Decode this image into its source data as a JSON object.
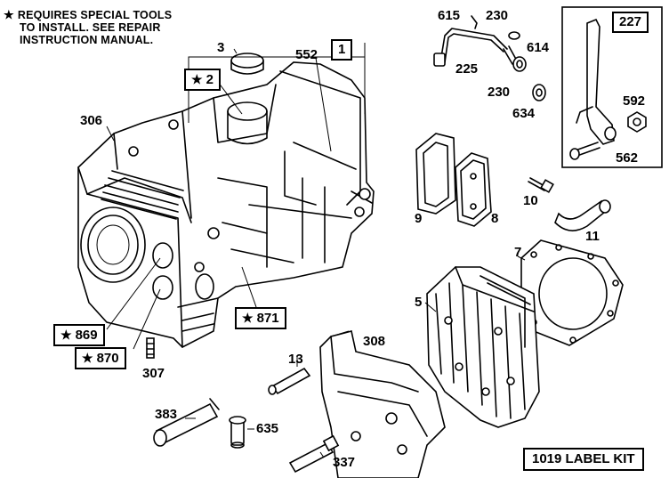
{
  "note": {
    "star": "★",
    "lines": [
      "REQUIRES SPECIAL TOOLS",
      "TO INSTALL.  SEE REPAIR",
      "INSTRUCTION MANUAL."
    ]
  },
  "labels": {
    "p3": "3",
    "p552": "552",
    "p306": "306",
    "p615": "615",
    "p230a": "230",
    "p614": "614",
    "p225": "225",
    "p230b": "230",
    "p634": "634",
    "p592": "592",
    "p562": "562",
    "p10": "10",
    "p9": "9",
    "p8": "8",
    "p11": "11",
    "p7": "7",
    "p5": "5",
    "p308": "308",
    "p307": "307",
    "p13": "13",
    "p383": "383",
    "p635": "635",
    "p337": "337"
  },
  "boxed": {
    "p1": "1",
    "p227": "227",
    "p2": "2",
    "p871": "871",
    "p869": "869",
    "p870": "870"
  },
  "star": "★",
  "kit": "1019 LABEL KIT"
}
